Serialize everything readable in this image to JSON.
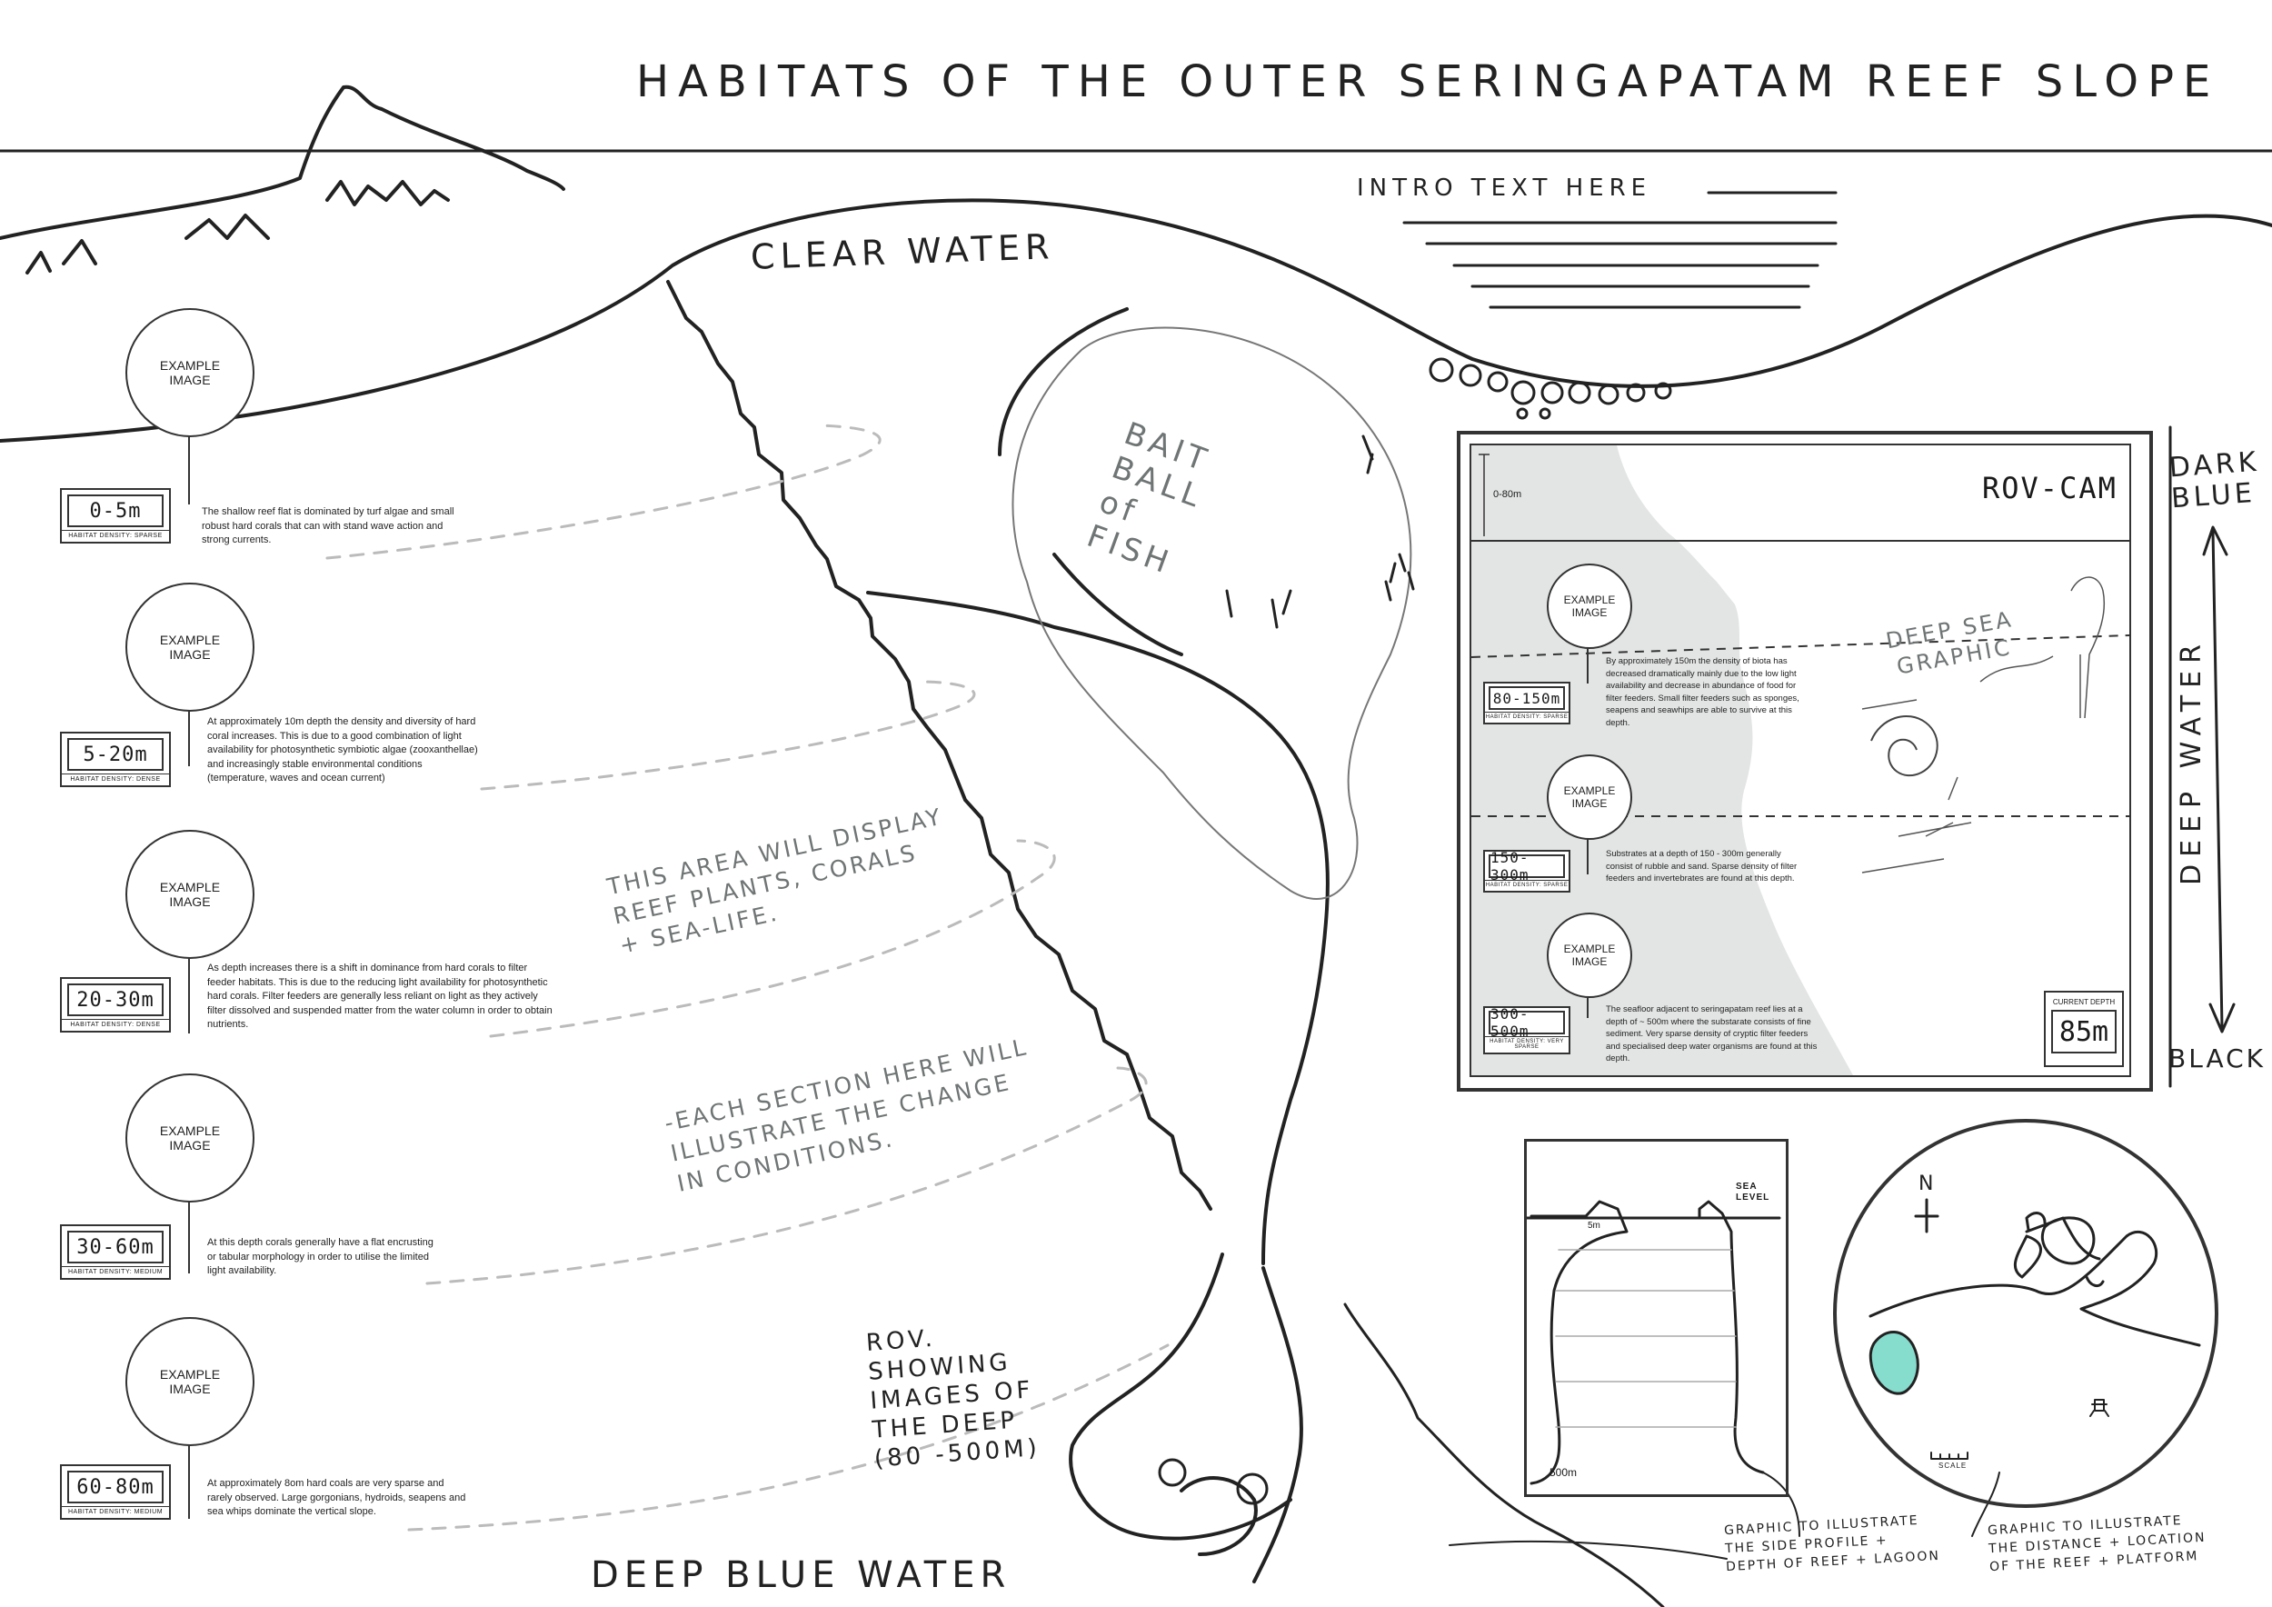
{
  "title": "HABITATS of THE OUTER SERINGAPATAM REEF SLOPE",
  "labels": {
    "intro": "INTRO TEXT HERE",
    "clear_water": "CLEAR WATER",
    "bait_ball": [
      "BAIT",
      "BALL",
      "of",
      "FISH"
    ],
    "deep_blue_water": "DEEP BLUE WATER",
    "dark_blue": [
      "DARK",
      "BLUE"
    ],
    "deep_water": "DEEP WATER",
    "black": "BLACK",
    "reef_note": [
      "THIS AREA WILL DISPLAY",
      "REEF PLANTS, CORALS",
      "+ SEA-LIFE."
    ],
    "section_note": [
      "-EACH SECTION HERE WILL",
      "ILLUSTRATE THE CHANGE",
      "IN CONDITIONS."
    ],
    "rov_note": [
      "ROV.",
      "SHOWING",
      "IMAGES OF",
      "THE DEEP",
      "(80 -500M)"
    ],
    "side_note": [
      "GRAPHIC TO ILLUSTRATE",
      "THE SIDE PROFILE +",
      "DEPTH OF REEF + LAGOON"
    ],
    "map_note": [
      "GRAPHIC TO ILLUSTRATE",
      "THE DISTANCE + LOCATION",
      "OF THE REEF + PLATFORM"
    ],
    "sea_level": [
      "SEA",
      "LEVEL"
    ],
    "side_5m": "5m",
    "side_500m": "500m",
    "scale": "SCALE",
    "north": "N"
  },
  "habitats": [
    {
      "image": [
        "EXAMPLE",
        "IMAGE"
      ],
      "depth": "0-5m",
      "density_label": "HABITAT DENSITY:",
      "density": "SPARSE",
      "text": "The shallow reef flat is dominated by turf algae and small robust hard corals that can with stand wave action and strong currents."
    },
    {
      "image": [
        "EXAMPLE",
        "IMAGE"
      ],
      "depth": "5-20m",
      "density_label": "HABITAT DENSITY:",
      "density": "DENSE",
      "text": "At approximately 10m depth the density and diversity of hard coral increases. This is due to a good combination of light availability for photosynthetic symbiotic algae (zooxanthellae) and increasingly stable environmental conditions (temperature, waves and ocean current)"
    },
    {
      "image": [
        "EXAMPLE",
        "IMAGE"
      ],
      "depth": "20-30m",
      "density_label": "HABITAT DENSITY:",
      "density": "DENSE",
      "text": "As depth increases there is a shift in dominance from hard corals to filter feeder habitats.  This is due to the reducing light availability for photosynthetic hard corals. Filter feeders are generally less reliant on light as they actively filter dissolved and suspended matter from the water column in order to obtain nutrients."
    },
    {
      "image": [
        "EXAMPLE",
        "IMAGE"
      ],
      "depth": "30-60m",
      "density_label": "HABITAT DENSITY:",
      "density": "MEDIUM",
      "text": "At this depth corals generally have a flat encrusting or tabular morphology in order to utilise the limited light availability."
    },
    {
      "image": [
        "EXAMPLE",
        "IMAGE"
      ],
      "depth": "60-80m",
      "density_label": "HABITAT DENSITY:",
      "density": "MEDIUM",
      "text": "At approximately 8om hard coals are very sparse and rarely observed. Large gorgonians, hydroids, seapens and sea whips dominate the vertical slope."
    }
  ],
  "rov": {
    "title": "ROV-CAM",
    "scale": "0-80m",
    "deep_sea_graphic": [
      "DEEP SEA",
      "GRAPHIC"
    ],
    "current_depth_label": "CURRENT DEPTH",
    "current_depth": "85m",
    "sections": [
      {
        "image": [
          "EXAMPLE",
          "IMAGE"
        ],
        "depth": "80-150m",
        "density_label": "HABITAT DENSITY:",
        "density": "SPARSE",
        "text": "By approximately 150m the density of biota has decreased dramatically mainly due to the low light availability and decrease in abundance of food for filter feeders. Small filter feeders such as sponges, seapens and seawhips are able to survive at this depth."
      },
      {
        "image": [
          "EXAMPLE",
          "IMAGE"
        ],
        "depth": "150-300m",
        "density_label": "HABITAT DENSITY:",
        "density": "SPARSE",
        "text": "Substrates at a depth of 150 - 300m generally consist of rubble and sand. Sparse density of filter feeders and invertebrates are found at this depth."
      },
      {
        "image": [
          "EXAMPLE",
          "IMAGE"
        ],
        "depth": "300-500m",
        "density_label": "HABITAT DENSITY:",
        "density": "VERY SPARSE",
        "text": "The seafloor adjacent to seringapatam reef lies at a depth of ~ 500m where the substarate consists of fine sediment. Very sparse density of cryptic filter feeders and specialised deep water organisms are found at this depth."
      }
    ]
  },
  "colors": {
    "ink": "#222222",
    "pencil": "#6f7474",
    "rov_bg": "#e3e5e4",
    "lagoon": "#86dccd"
  }
}
